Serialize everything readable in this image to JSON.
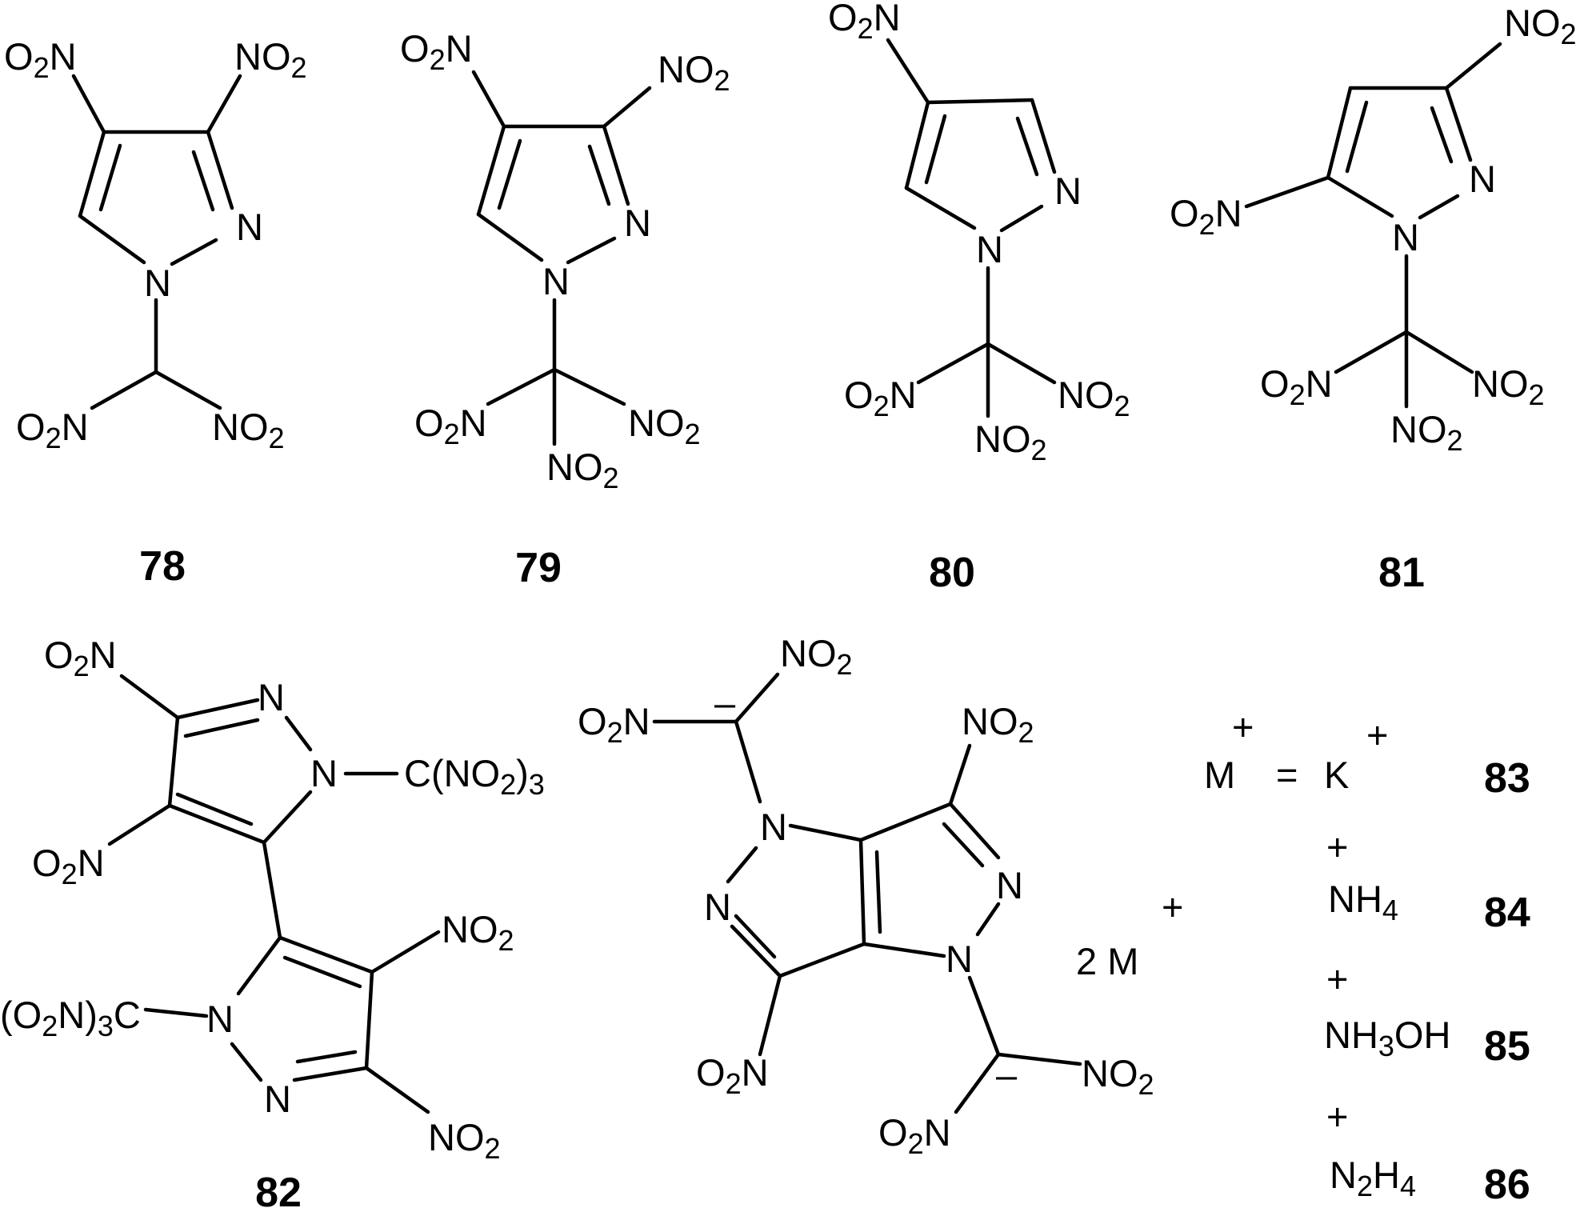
{
  "groups": {
    "no2": [
      "NO",
      "2"
    ],
    "o2n": [
      "O",
      "2",
      "N"
    ],
    "c_no2_3": [
      "C(NO",
      "2",
      ")",
      "3"
    ],
    "o2n_3_c": [
      "(O",
      "2",
      "N)",
      "3",
      "C"
    ],
    "n": "N"
  },
  "charges": {
    "plus": "+",
    "minus": "–"
  },
  "compounds": [
    {
      "id": "78"
    },
    {
      "id": "79"
    },
    {
      "id": "80"
    },
    {
      "id": "81"
    },
    {
      "id": "82"
    }
  ],
  "salt": {
    "counterion_label": "2 M",
    "cation_symbol": "M",
    "equals": "=",
    "cations": [
      {
        "formula": [
          "K"
        ],
        "id": "83"
      },
      {
        "formula": [
          "NH",
          "4"
        ],
        "id": "84"
      },
      {
        "formula": [
          "NH",
          "3",
          "OH"
        ],
        "id": "85"
      },
      {
        "formula": [
          "N",
          "2",
          "H",
          "4"
        ],
        "id": "86"
      }
    ]
  }
}
